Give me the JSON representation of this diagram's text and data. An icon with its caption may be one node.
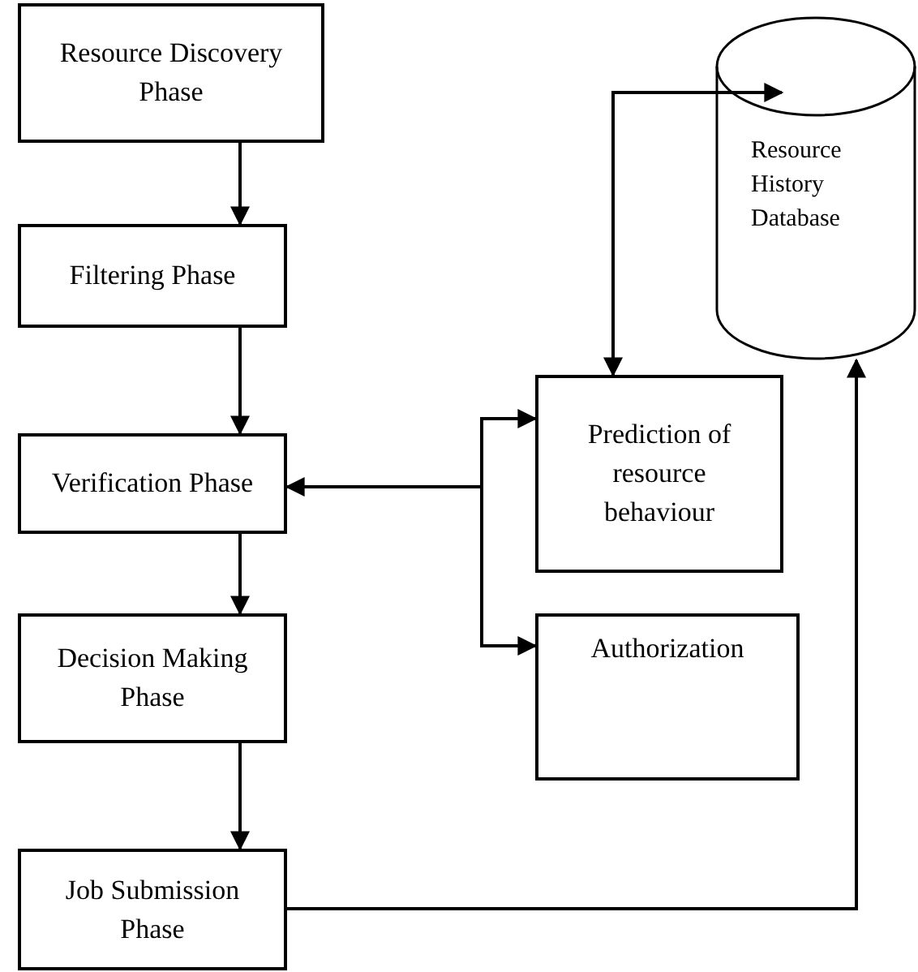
{
  "diagram": {
    "nodes": [
      {
        "text": [
          "Resource Discovery Phase"
        ]
      },
      {
        "text": [
          "Filtering Phase"
        ]
      },
      {
        "text": [
          "Verification Phase"
        ]
      },
      {
        "text": [
          "Decision Making Phase"
        ]
      },
      {
        "text": [
          "Job Submission Phase"
        ]
      },
      {
        "text": [
          "Prediction of resource behaviour"
        ]
      },
      {
        "text": [
          "Authorization"
        ]
      },
      {
        "text": [
          "Resource History Database"
        ]
      }
    ],
    "edges": [
      {
        "from": 0,
        "to": 1,
        "arrow": "to"
      },
      {
        "from": 1,
        "to": 2,
        "arrow": "to"
      },
      {
        "from": 2,
        "to": 3,
        "arrow": "to"
      },
      {
        "from": 3,
        "to": 4,
        "arrow": "to"
      },
      {
        "from": 2,
        "to": 5,
        "arrow": "both"
      },
      {
        "from": 2,
        "to": 6,
        "arrow": "to"
      },
      {
        "from": 5,
        "to": 7,
        "arrow": "both"
      },
      {
        "from": 4,
        "to": 7,
        "arrow": "to"
      }
    ]
  }
}
